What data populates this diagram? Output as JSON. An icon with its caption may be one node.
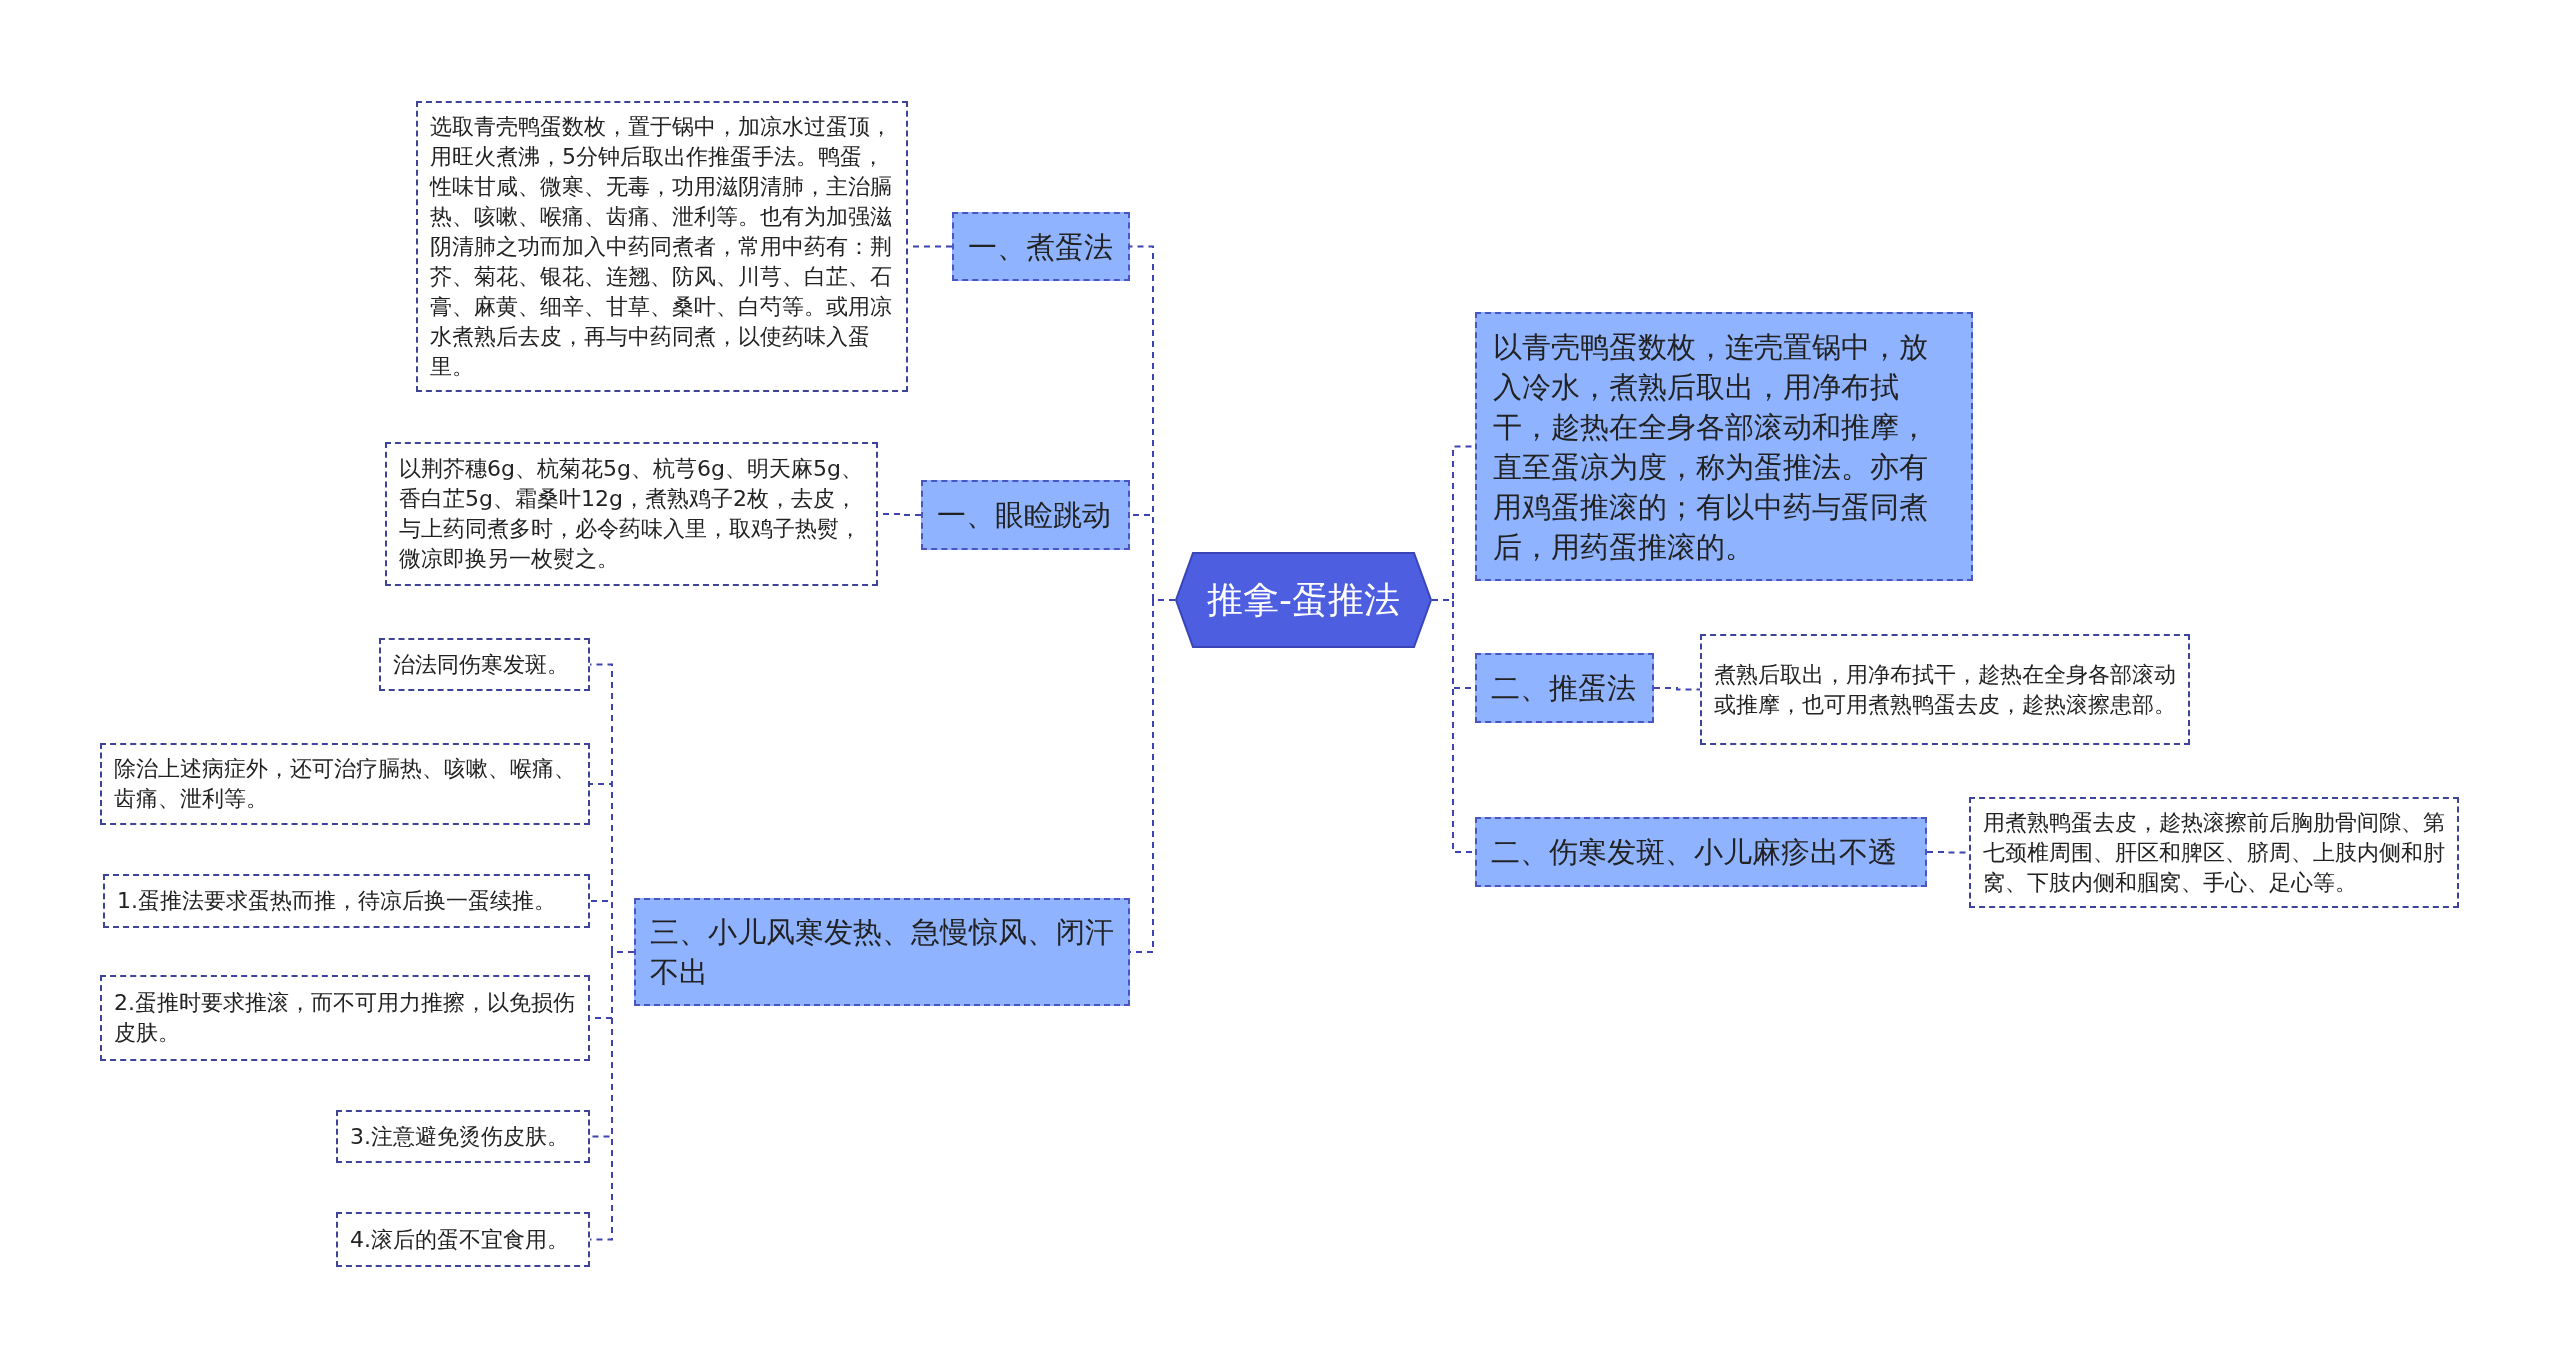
{
  "diagram": {
    "nodes": [
      {
        "text": [
          "推拿-蛋推法"
        ]
      },
      {
        "text": [
          "一、煮蛋法"
        ]
      },
      {
        "text": [
          "选取青壳鸭蛋数枚，置于锅中，加凉水过蛋顶，用旺火煮沸，5分钟后取出作推蛋手法。鸭蛋，性味甘咸、微寒、无毒，功用滋阴清肺，主治膈热、咳嗽、喉痛、齿痛、泄利等。也有为加强滋阴清肺之功而加入中药同煮者，常用中药有：荆芥、菊花、银花、连翘、防风、川芎、白芷、石膏、麻黄、细辛、甘草、桑叶、白芍等。或用凉水煮熟后去皮，再与中药同煮，以使药味入蛋里。"
        ]
      },
      {
        "text": [
          "一、眼睑跳动"
        ]
      },
      {
        "text": [
          "以荆芥穗6g、杭菊花5g、杭芎6g、明天麻5g、香白芷5g、霜桑叶12g，煮熟鸡子2枚，去皮，与上药同煮多时，必令药味入里，取鸡子热熨，微凉即换另一枚熨之。"
        ]
      },
      {
        "text": [
          "三、小儿风寒发热、急慢惊风、闭汗不出"
        ]
      },
      {
        "text": [
          "治法同伤寒发斑。"
        ]
      },
      {
        "text": [
          "除治上述病症外，还可治疗膈热、咳嗽、喉痛、齿痛、泄利等。"
        ]
      },
      {
        "text": [
          "1.蛋推法要求蛋热而推，待凉后换一蛋续推。"
        ]
      },
      {
        "text": [
          "2.蛋推时要求推滚，而不可用力推擦，以免损伤皮肤。"
        ]
      },
      {
        "text": [
          "3.注意避免烫伤皮肤。"
        ]
      },
      {
        "text": [
          "4.滚后的蛋不宜食用。"
        ]
      },
      {
        "text": [
          "以青壳鸭蛋数枚，连壳置锅中，放入冷水，煮熟后取出，用净布拭干，趁热在全身各部滚动和推摩，直至蛋凉为度，称为蛋推法。亦有用鸡蛋推滚的；有以中药与蛋同煮后，用药蛋推滚的。"
        ]
      },
      {
        "text": [
          "二、推蛋法"
        ]
      },
      {
        "text": [
          "煮熟后取出，用净布拭干，趁热在全身各部滚动或推摩，也可用煮熟鸭蛋去皮，趁热滚擦患部。"
        ]
      },
      {
        "text": [
          "二、伤寒发斑、小儿麻疹出不透"
        ]
      },
      {
        "text": [
          "用煮熟鸭蛋去皮，趁热滚擦前后胸肋骨间隙、第七颈椎周围、肝区和脾区、脐周、上肢内侧和肘窝、下肢内侧和腘窝、手心、足心等。"
        ]
      }
    ],
    "edges": [
      {
        "from": 0,
        "to": 1,
        "arrow": "none"
      },
      {
        "from": 0,
        "to": 3,
        "arrow": "none"
      },
      {
        "from": 0,
        "to": 5,
        "arrow": "none"
      },
      {
        "from": 0,
        "to": 12,
        "arrow": "none"
      },
      {
        "from": 0,
        "to": 13,
        "arrow": "none"
      },
      {
        "from": 0,
        "to": 15,
        "arrow": "none"
      },
      {
        "from": 1,
        "to": 2,
        "arrow": "none"
      },
      {
        "from": 3,
        "to": 4,
        "arrow": "none"
      },
      {
        "from": 5,
        "to": 6,
        "arrow": "none"
      },
      {
        "from": 5,
        "to": 7,
        "arrow": "none"
      },
      {
        "from": 5,
        "to": 8,
        "arrow": "none"
      },
      {
        "from": 5,
        "to": 9,
        "arrow": "none"
      },
      {
        "from": 5,
        "to": 10,
        "arrow": "none"
      },
      {
        "from": 5,
        "to": 11,
        "arrow": "none"
      },
      {
        "from": 13,
        "to": 14,
        "arrow": "none"
      },
      {
        "from": 15,
        "to": 16,
        "arrow": "none"
      }
    ]
  }
}
